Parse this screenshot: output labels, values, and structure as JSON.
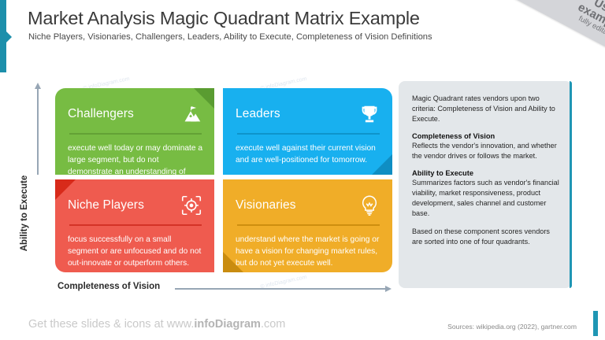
{
  "header": {
    "title": "Market Analysis Magic Quadrant Matrix Example",
    "subtitle": "Niche Players, Visionaries, Challengers, Leaders, Ability to Execute, Completeness of Vision Definitions"
  },
  "ribbon": {
    "line1": "Usage",
    "line2": "example",
    "line3": "fully editable"
  },
  "axes": {
    "y_label": "Ability to Execute",
    "x_label": "Completeness of Vision"
  },
  "quadrants": [
    {
      "id": "challengers",
      "title": "Challengers",
      "body": "execute well today or may dominate a large segment, but do not demonstrate an understanding of market direction.",
      "icon": "mountain-flag-icon",
      "color": "#77bc43",
      "fold_color": "#5a9c31"
    },
    {
      "id": "leaders",
      "title": "Leaders",
      "body": "execute well against their current vision and are well-positioned for tomorrow.",
      "icon": "trophy-icon",
      "color": "#18b0ef",
      "fold_color": "#0f8ec3"
    },
    {
      "id": "niche-players",
      "title": "Niche Players",
      "body": "focus successfully on a small segment or are unfocused and do not out-innovate or outperform others.",
      "icon": "target-crosshair-icon",
      "color": "#ef5b4f",
      "fold_color": "#d82a1a"
    },
    {
      "id": "visionaries",
      "title": "Visionaries",
      "body": "understand where the market is going or have a vision for changing market rules, but do not yet execute well.",
      "icon": "lightbulb-icon",
      "color": "#f0ad28",
      "fold_color": "#c98c10"
    }
  ],
  "info_panel": {
    "intro": "Magic Quadrant rates vendors upon two criteria: Completeness of Vision and Ability to Execute.",
    "section1_heading": "Completeness of Vision",
    "section1_body": "Reflects the vendor's innovation, and whether the vendor drives or follows the market.",
    "section2_heading": "Ability to Execute",
    "section2_body": "Summarizes factors such as vendor's financial viability, market responsiveness, product development, sales channel and customer base.",
    "closing": "Based on these component scores vendors are sorted into one of four quadrants."
  },
  "footer": {
    "left_prefix": "Get these slides & icons at www.",
    "left_brand": "infoDiagram",
    "left_suffix": ".com",
    "right": "Sources: wikipedia.org (2022), gartner.com"
  },
  "watermark": "© infoDiagram.com",
  "theme": {
    "accent_teal": "#1f96b4",
    "panel_gray": "#e3e7ea"
  }
}
